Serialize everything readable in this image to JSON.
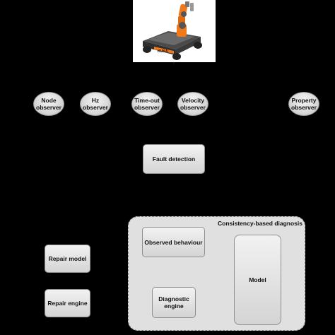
{
  "observers": [
    {
      "id": "node",
      "label": "Node observer"
    },
    {
      "id": "hz",
      "label": "Hz observer"
    },
    {
      "id": "timeout",
      "label": "Time-out observer"
    },
    {
      "id": "velocity",
      "label": "Velocity observer"
    },
    {
      "id": "property",
      "label": "Property observer"
    }
  ],
  "fault_detection": {
    "label": "Fault detection"
  },
  "consistency_based_diagnosis": {
    "title": "Consistency-based diagnosis",
    "observed_behaviour": "Observed behaviour",
    "diagnostic_engine": "Diagnostic engine",
    "model": "Model"
  },
  "repair_model": {
    "label": "Repair model"
  },
  "repair_engine": {
    "label": "Repair engine"
  },
  "robot_image": {
    "brand_text": "KUKA",
    "colors": {
      "arm": "#f07a1a",
      "base": "#5a5a5a"
    }
  }
}
